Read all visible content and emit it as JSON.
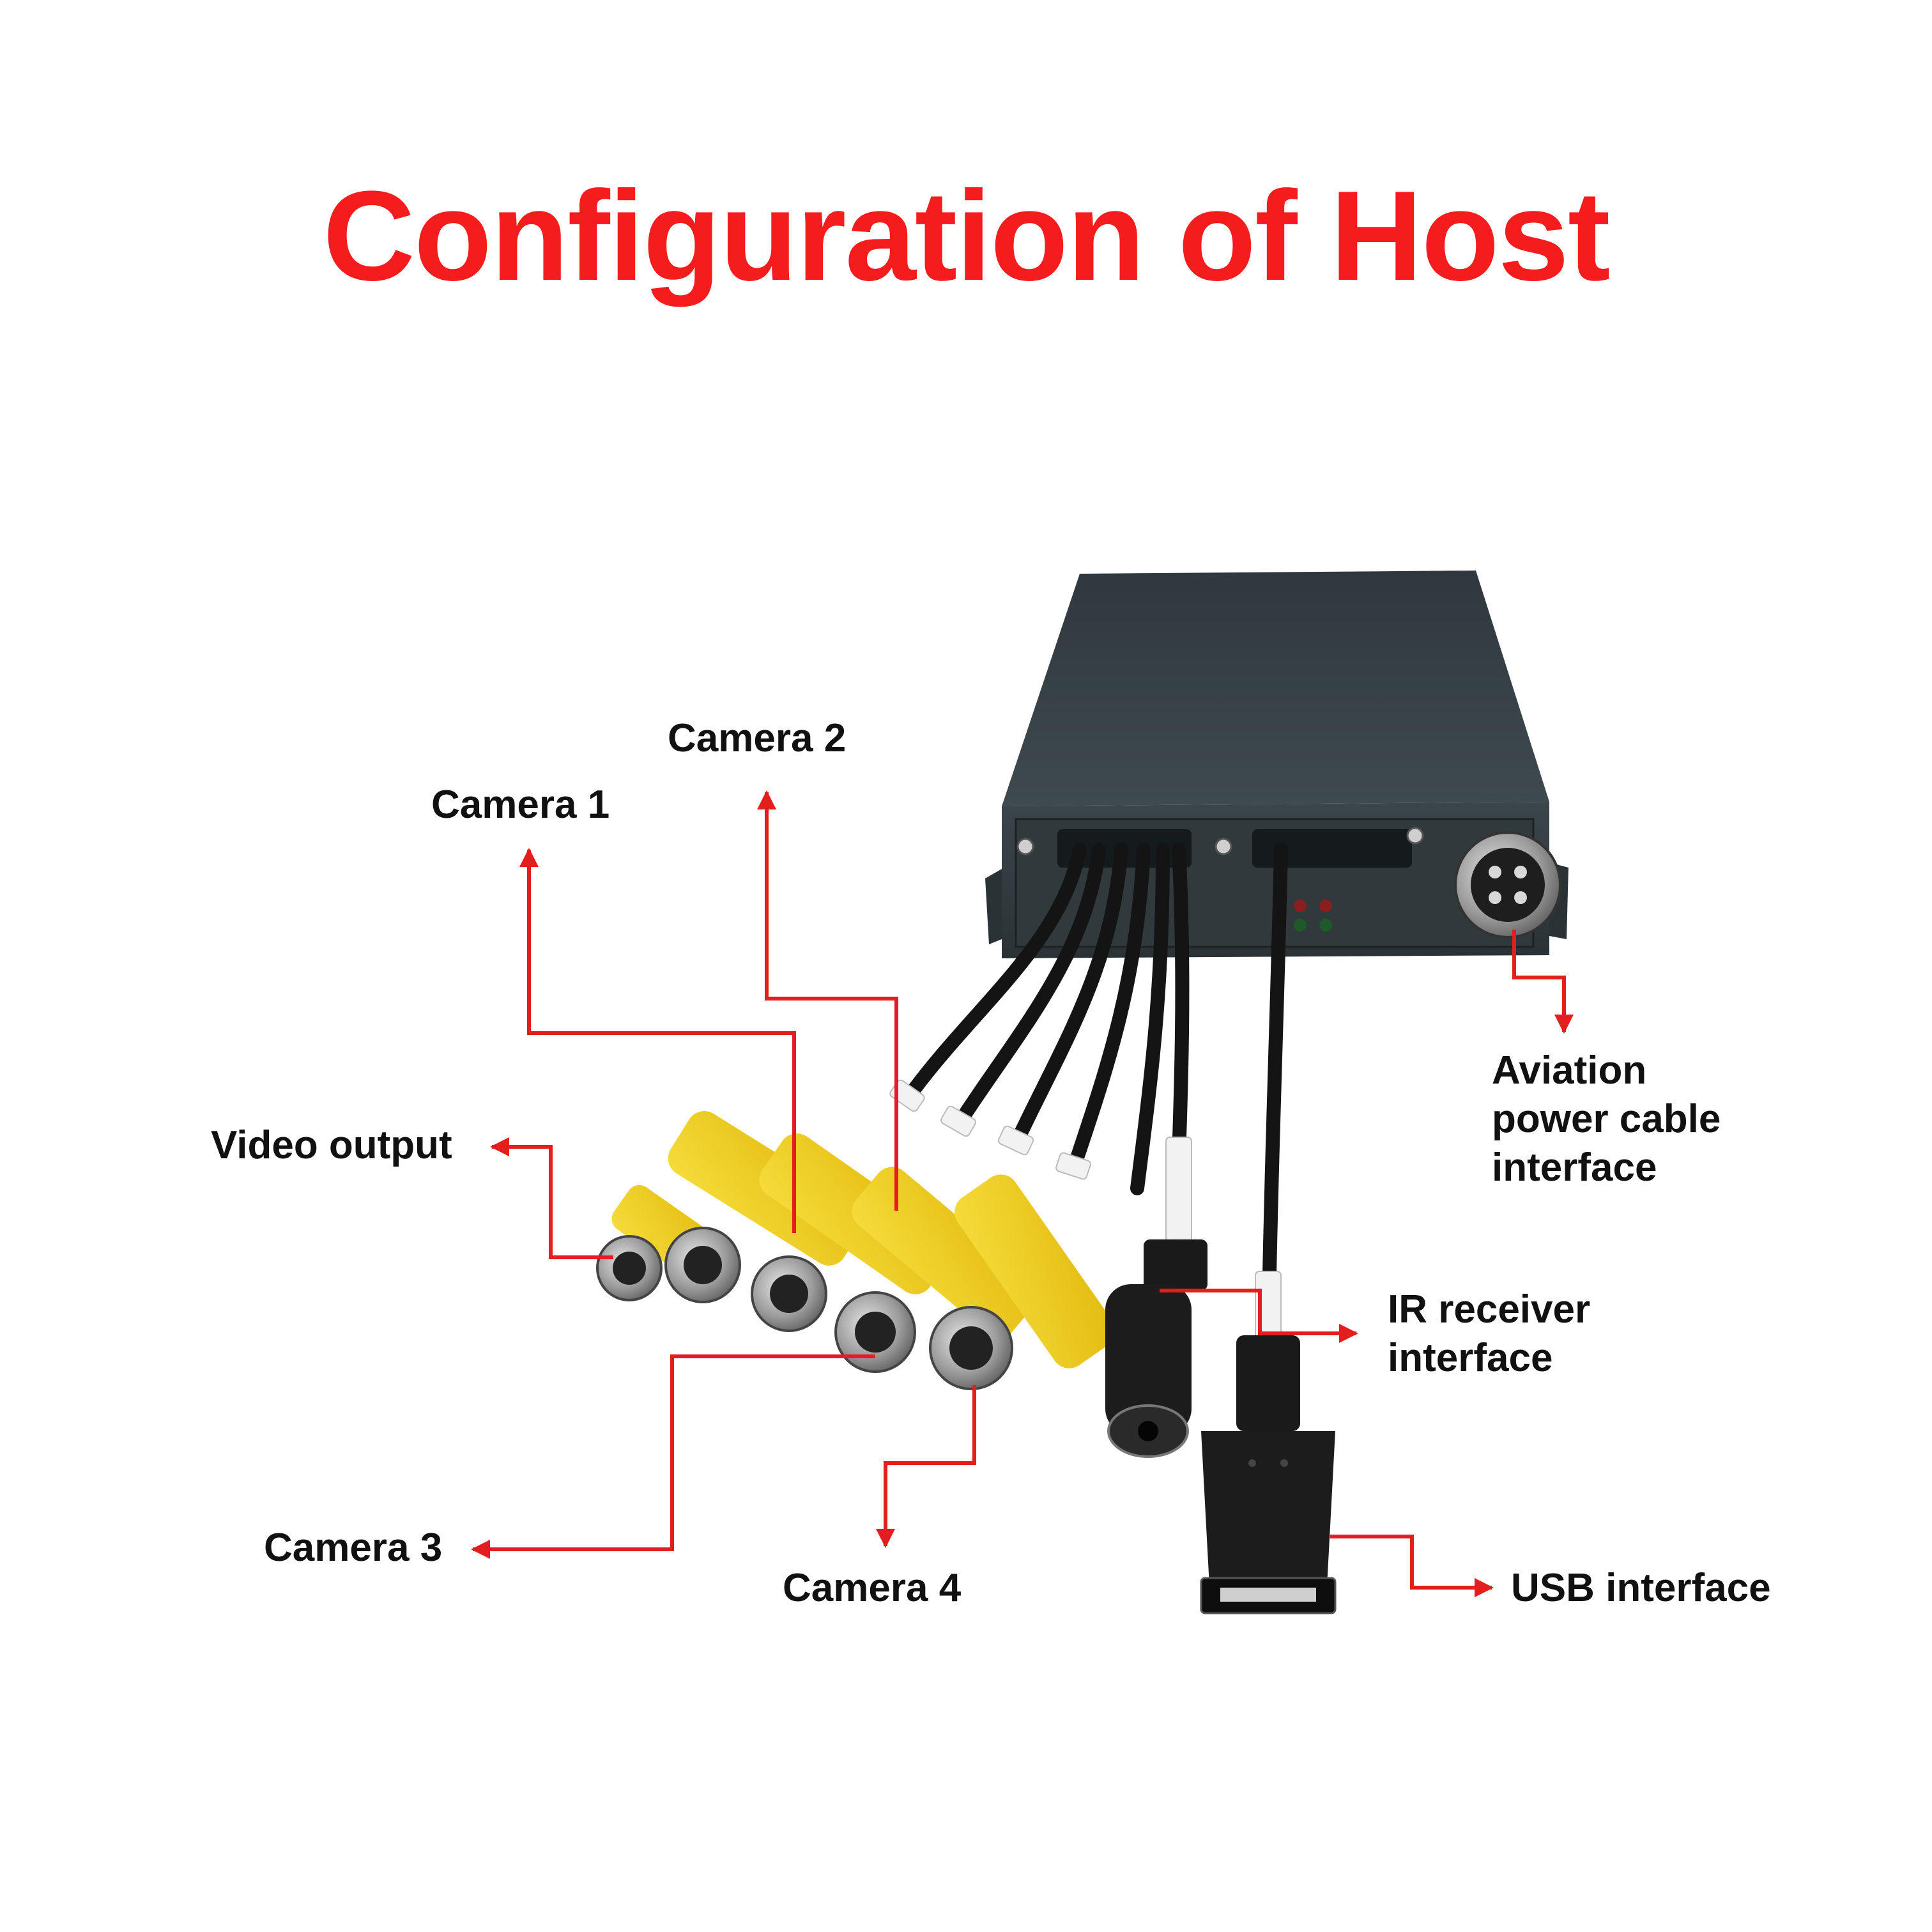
{
  "title": "Configuration of Host",
  "colors": {
    "title": "#f41c1c",
    "annotation": "#e41e1e",
    "cable_yellow": "#f3d21a",
    "housing": "#3a4448"
  },
  "labels": {
    "camera1": "Camera 1",
    "camera2": "Camera 2",
    "video_output": "Video output",
    "camera3": "Camera 3",
    "camera4": "Camera 4",
    "aviation": [
      "Aviation",
      "power cable",
      "interface"
    ],
    "ir_receiver": [
      "IR receiver",
      "interface"
    ],
    "usb": "USB interface"
  }
}
